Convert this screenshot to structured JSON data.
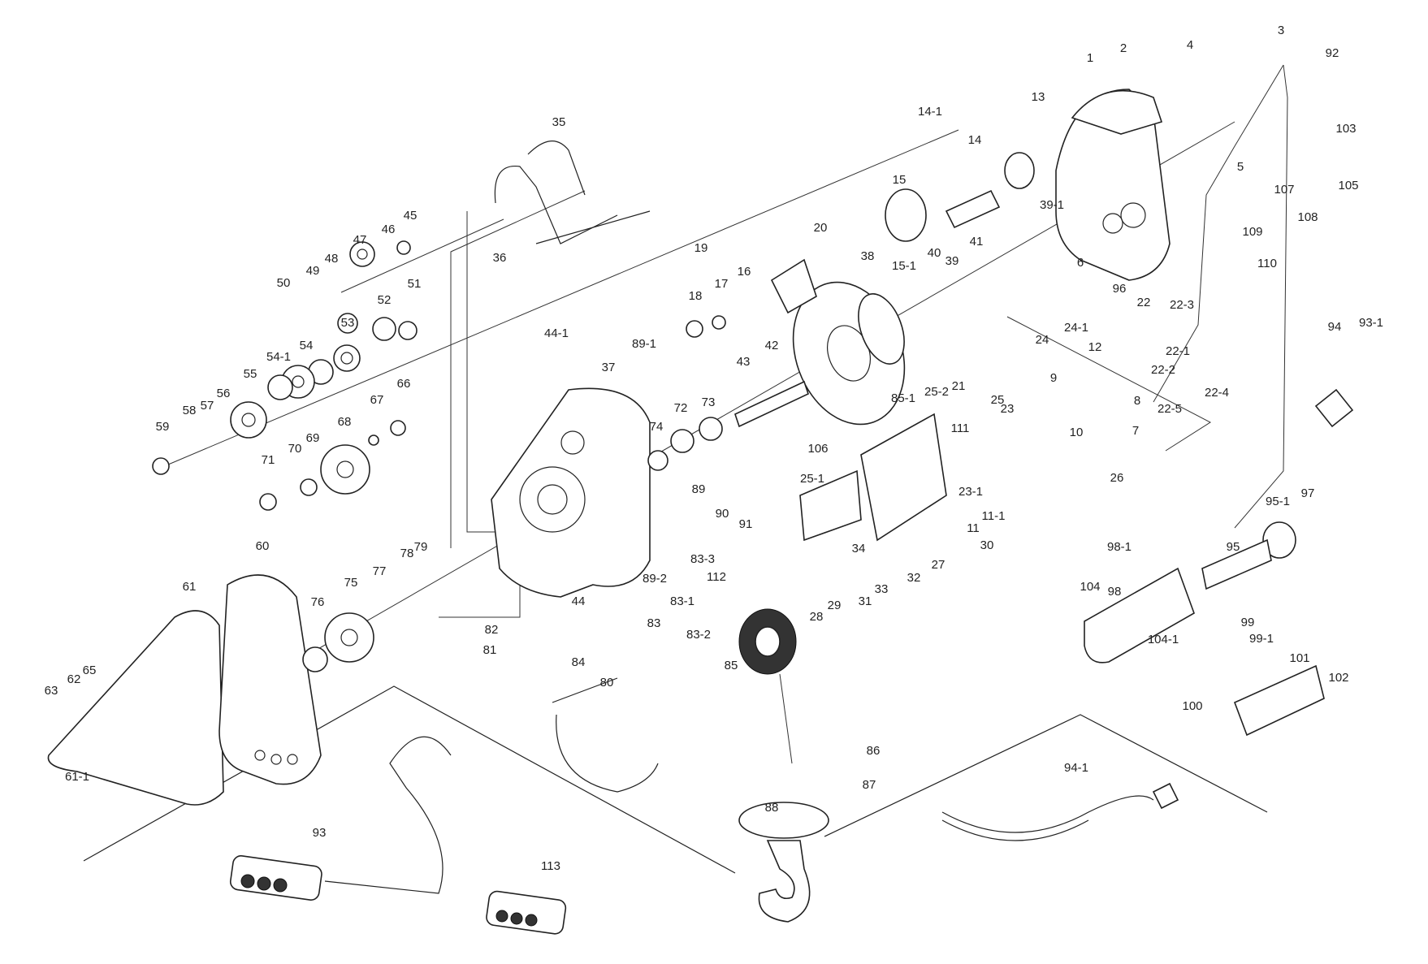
{
  "labels": [
    "1",
    "2",
    "3",
    "4",
    "5",
    "6",
    "7",
    "8",
    "9",
    "10",
    "11",
    "11-1",
    "12",
    "13",
    "14",
    "14-1",
    "15",
    "15-1",
    "16",
    "17",
    "18",
    "19",
    "20",
    "21",
    "22",
    "22-1",
    "22-2",
    "22-3",
    "22-4",
    "22-5",
    "23",
    "23-1",
    "24",
    "24-1",
    "25",
    "25-1",
    "25-2",
    "26",
    "27",
    "28",
    "29",
    "30",
    "31",
    "32",
    "33",
    "34",
    "35",
    "36",
    "37",
    "38",
    "39",
    "39-1",
    "40",
    "41",
    "42",
    "43",
    "44",
    "44-1",
    "45",
    "46",
    "47",
    "48",
    "49",
    "50",
    "51",
    "52",
    "53",
    "54",
    "54-1",
    "55",
    "56",
    "57",
    "58",
    "59",
    "60",
    "61",
    "61-1",
    "62",
    "63",
    "65",
    "66",
    "67",
    "68",
    "69",
    "70",
    "71",
    "72",
    "73",
    "74",
    "75",
    "76",
    "77",
    "78",
    "79",
    "80",
    "81",
    "82",
    "83",
    "83-1",
    "83-2",
    "83-3",
    "84",
    "85",
    "85-1",
    "86",
    "87",
    "88",
    "89",
    "89-1",
    "89-2",
    "90",
    "91",
    "92",
    "93",
    "93-1",
    "94",
    "94-1",
    "95",
    "95-1",
    "96",
    "97",
    "98",
    "98-1",
    "99",
    "99-1",
    "100",
    "101",
    "102",
    "103",
    "104",
    "104-1",
    "105",
    "106",
    "107",
    "108",
    "109",
    "110",
    "111",
    "112",
    "113"
  ]
}
